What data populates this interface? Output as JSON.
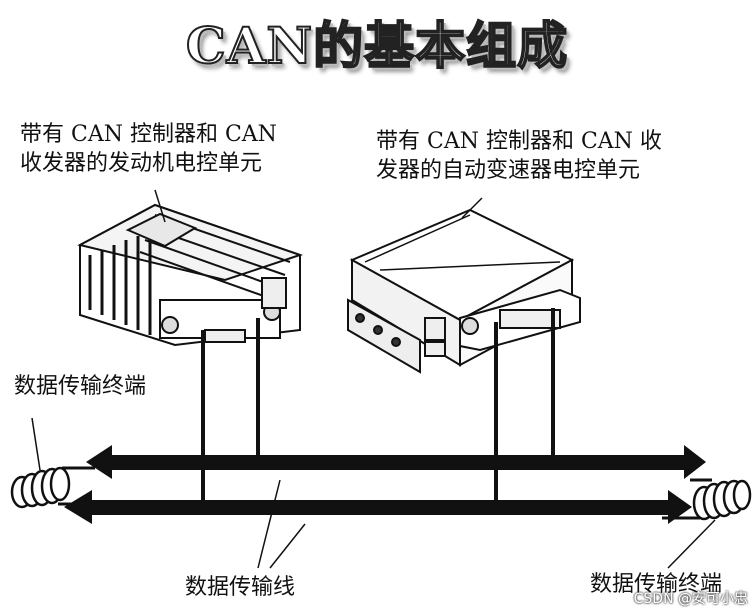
{
  "title": "CAN的基本组成",
  "labels": {
    "engine_ecu": "带有 CAN 控制器和 CAN\n收发器的发动机电控单元",
    "transmission_ecu": "带有 CAN 控制器和 CAN 收\n发器的自动变速器电控单元",
    "terminal_left": "数据传输终端",
    "data_bus": "数据传输线",
    "terminal_right": "数据传输终端"
  },
  "watermark": "CSDN @安可小忠"
}
